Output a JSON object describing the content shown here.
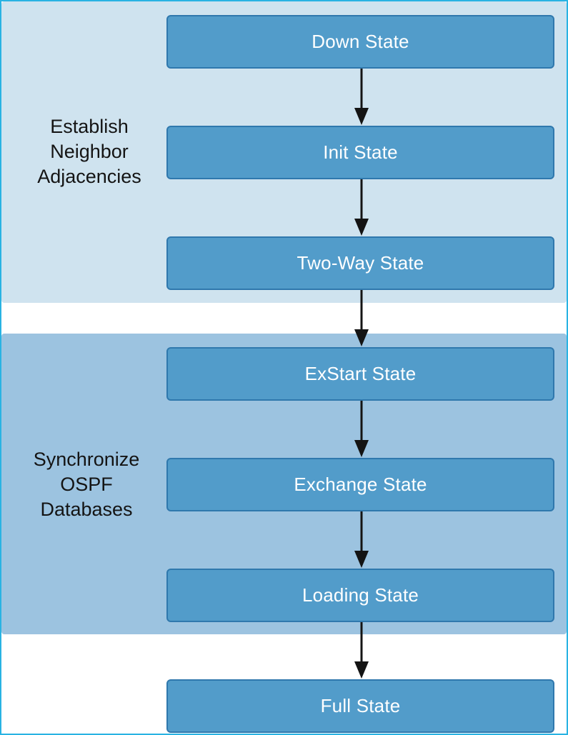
{
  "phases": [
    {
      "label_lines": [
        "Establish",
        "Neighbor",
        "Adjacencies"
      ]
    },
    {
      "label_lines": [
        "Synchronize",
        "OSPF",
        "Databases"
      ]
    }
  ],
  "states": [
    {
      "label": "Down State"
    },
    {
      "label": "Init State"
    },
    {
      "label": "Two-Way State"
    },
    {
      "label": "ExStart State"
    },
    {
      "label": "Exchange State"
    },
    {
      "label": "Loading State"
    },
    {
      "label": "Full State"
    }
  ],
  "colors": {
    "frame": "#29b3e3",
    "phase1_panel": "#cfe3ef",
    "phase2_panel": "#9cc3e0",
    "state_box": "#529cca",
    "state_border": "#2f78ad",
    "arrow": "#141414"
  }
}
